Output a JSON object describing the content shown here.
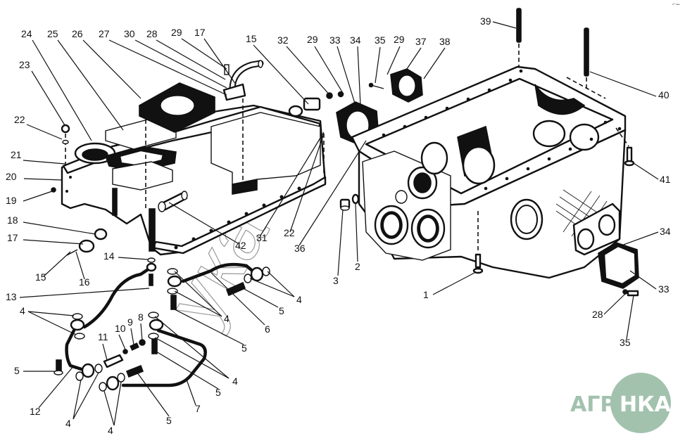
{
  "diagram": {
    "title": "Gearbox housing exploded parts view",
    "corner_mark": "•° •••",
    "watermark_text": "ука",
    "logo": {
      "left_text": "АГРО",
      "right_text": "НКА",
      "color": "#a3c2ae"
    },
    "callouts": [
      {
        "id": "c24",
        "label": "24"
      },
      {
        "id": "c25",
        "label": "25"
      },
      {
        "id": "c26",
        "label": "26"
      },
      {
        "id": "c27",
        "label": "27"
      },
      {
        "id": "c30",
        "label": "30"
      },
      {
        "id": "c28a",
        "label": "28"
      },
      {
        "id": "c29a",
        "label": "29"
      },
      {
        "id": "c17a",
        "label": "17"
      },
      {
        "id": "c15a",
        "label": "15"
      },
      {
        "id": "c32",
        "label": "32"
      },
      {
        "id": "c29b",
        "label": "29"
      },
      {
        "id": "c33a",
        "label": "33"
      },
      {
        "id": "c34a",
        "label": "34"
      },
      {
        "id": "c35a",
        "label": "35"
      },
      {
        "id": "c29c",
        "label": "29"
      },
      {
        "id": "c37",
        "label": "37"
      },
      {
        "id": "c38",
        "label": "38"
      },
      {
        "id": "c39",
        "label": "39"
      },
      {
        "id": "c40",
        "label": "40"
      },
      {
        "id": "c41",
        "label": "41"
      },
      {
        "id": "c23",
        "label": "23"
      },
      {
        "id": "c22a",
        "label": "22"
      },
      {
        "id": "c21",
        "label": "21"
      },
      {
        "id": "c20",
        "label": "20"
      },
      {
        "id": "c19",
        "label": "19"
      },
      {
        "id": "c18",
        "label": "18"
      },
      {
        "id": "c17b",
        "label": "17"
      },
      {
        "id": "c15b",
        "label": "15"
      },
      {
        "id": "c16",
        "label": "16"
      },
      {
        "id": "c14",
        "label": "14"
      },
      {
        "id": "c13",
        "label": "13"
      },
      {
        "id": "c42",
        "label": "42"
      },
      {
        "id": "c31",
        "label": "31"
      },
      {
        "id": "c22b",
        "label": "22"
      },
      {
        "id": "c36",
        "label": "36"
      },
      {
        "id": "c3",
        "label": "3"
      },
      {
        "id": "c2",
        "label": "2"
      },
      {
        "id": "c1",
        "label": "1"
      },
      {
        "id": "c34b",
        "label": "34"
      },
      {
        "id": "c33b",
        "label": "33"
      },
      {
        "id": "c28b",
        "label": "28"
      },
      {
        "id": "c35b",
        "label": "35"
      },
      {
        "id": "c4a",
        "label": "4"
      },
      {
        "id": "c4b",
        "label": "4"
      },
      {
        "id": "c4c",
        "label": "4"
      },
      {
        "id": "c4d",
        "label": "4"
      },
      {
        "id": "c4e",
        "label": "4"
      },
      {
        "id": "c4f",
        "label": "4"
      },
      {
        "id": "c5a",
        "label": "5"
      },
      {
        "id": "c5b",
        "label": "5"
      },
      {
        "id": "c5c",
        "label": "5"
      },
      {
        "id": "c5d",
        "label": "5"
      },
      {
        "id": "c5e",
        "label": "5"
      },
      {
        "id": "c6",
        "label": "6"
      },
      {
        "id": "c7",
        "label": "7"
      },
      {
        "id": "c8",
        "label": "8"
      },
      {
        "id": "c9",
        "label": "9"
      },
      {
        "id": "c10",
        "label": "10"
      },
      {
        "id": "c11",
        "label": "11"
      },
      {
        "id": "c12",
        "label": "12"
      }
    ]
  }
}
